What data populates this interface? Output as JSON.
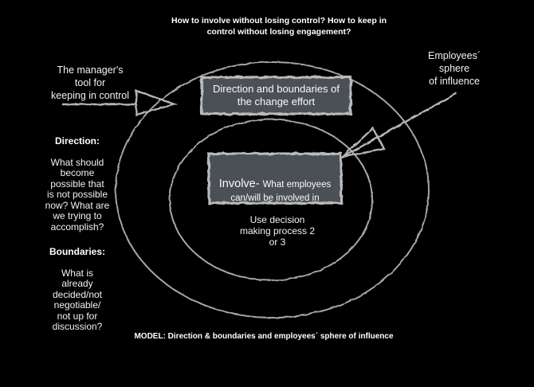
{
  "colors": {
    "background": "#000000",
    "ellipse_stroke": "#a6a6a6",
    "arrow_stroke": "#b5b5b5",
    "box_fill": "#4b5056",
    "box_border": "#b9babc",
    "text": "#ffffff"
  },
  "title": "How to involve without losing control? How to keep in\ncontrol without losing engagement?",
  "left_panel": {
    "manager_tool": "The manager's\ntool for\nkeeping in control",
    "direction": {
      "heading": "Direction:",
      "body": "What should\nbecome\npossible that\nis not possible\nnow? What are\nwe trying to\naccomplish?"
    },
    "boundaries": {
      "heading": "Boundaries:",
      "body": "What is\nalready\ndecided/not\nnegotiable/\nnot up for\ndiscussion?"
    }
  },
  "right_panel": {
    "employees_sphere": "Employees´\nsphere\nof influence"
  },
  "diagram": {
    "outer_box_label": "Direction and boundaries of\nthe change effort",
    "involve_box": {
      "title": "Involve-",
      "description": "What employees\ncan/will be involved in"
    },
    "decision_note": "Use decision\nmaking process 2\nor 3"
  },
  "footer_caption": "MODEL: Direction & boundaries and employees´ sphere of influence"
}
